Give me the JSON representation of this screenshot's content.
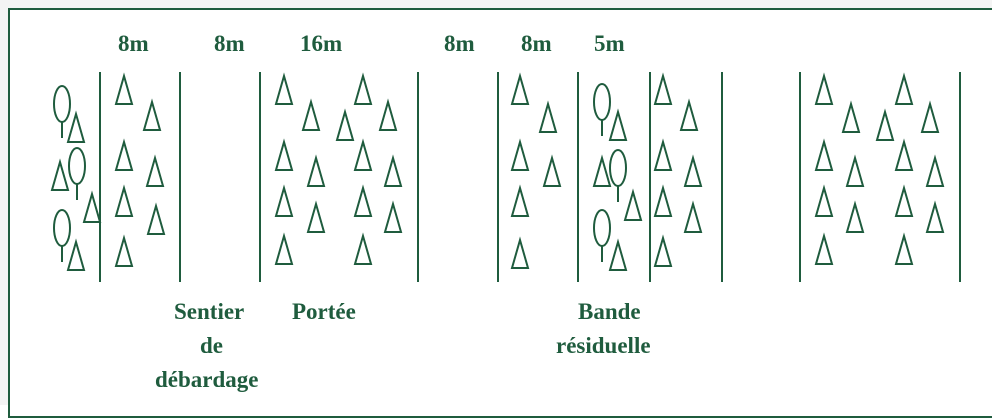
{
  "colors": {
    "ink": "#1f5c3e",
    "frame": "#1f5c3e",
    "background": "#ffffff"
  },
  "width_labels": [
    "8m",
    "8m",
    "16m",
    "8m",
    "8m",
    "5m"
  ],
  "captions": {
    "trail_line1": "Sentier",
    "trail_line2": "de",
    "trail_line3": "débardage",
    "span": "Portée",
    "residual_line1": "Bande",
    "residual_line2": "résiduelle"
  },
  "icons": [
    "conifer-tree-icon",
    "deciduous-tree-icon"
  ]
}
